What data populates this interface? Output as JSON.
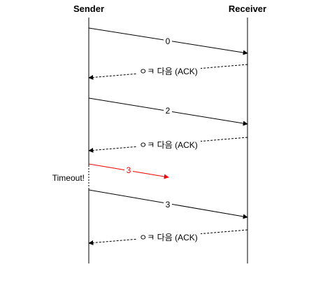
{
  "diagram": {
    "sender_label": "Sender",
    "receiver_label": "Receiver",
    "timeout_label": "Timeout!",
    "colors": {
      "line": "#000000",
      "lost": "#ff0000"
    },
    "messages": [
      {
        "kind": "data",
        "label": "0",
        "lost": false
      },
      {
        "kind": "ack",
        "label": "ㅇㅋ 다음 (ACK)",
        "lost": false
      },
      {
        "kind": "data",
        "label": "2",
        "lost": false
      },
      {
        "kind": "ack",
        "label": "ㅇㅋ 다음 (ACK)",
        "lost": false
      },
      {
        "kind": "data",
        "label": "3",
        "lost": true
      },
      {
        "kind": "data",
        "label": "3",
        "lost": false
      },
      {
        "kind": "ack",
        "label": "ㅇㅋ 다음 (ACK)",
        "lost": false
      }
    ]
  }
}
